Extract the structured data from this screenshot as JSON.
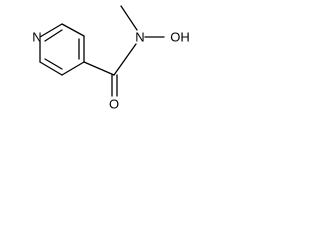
{
  "structure": {
    "atoms": {
      "ring_nitrogen": "N",
      "amide_nitrogen": "N",
      "carbonyl_oxygen": "O",
      "hydroxyl_group": "OH"
    }
  }
}
